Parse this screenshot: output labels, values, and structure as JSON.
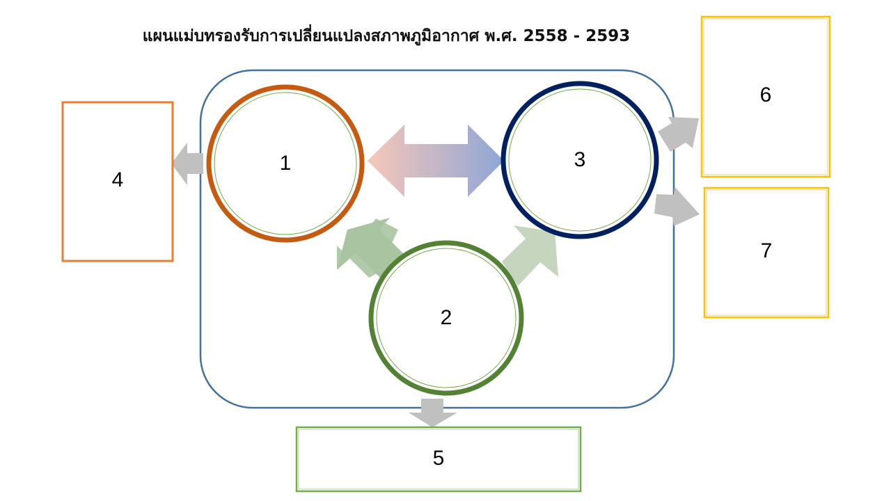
{
  "title": "แผนแม่บทรองรับการเปลี่ยนแปลงสภาพภูมิอากาศ พ.ศ. 2558 - 2593",
  "nodes": {
    "circle_1": {
      "label": "1",
      "color": "#C55A11"
    },
    "circle_2": {
      "label": "2",
      "color": "#548235"
    },
    "circle_3": {
      "label": "3",
      "color": "#002060"
    },
    "box_4": {
      "label": "4",
      "color": "#ED7D31"
    },
    "box_5": {
      "label": "5",
      "color": "#70AD47"
    },
    "box_6": {
      "label": "6",
      "color": "#FFC000"
    },
    "box_7": {
      "label": "7",
      "color": "#FFC000"
    }
  },
  "container_color": "#41719C",
  "arrow_colors": {
    "gray": "#BFBFBF",
    "green": "#A9C4A0",
    "gradient_start": "#F4B8A8",
    "gradient_end": "#8FAADC"
  }
}
